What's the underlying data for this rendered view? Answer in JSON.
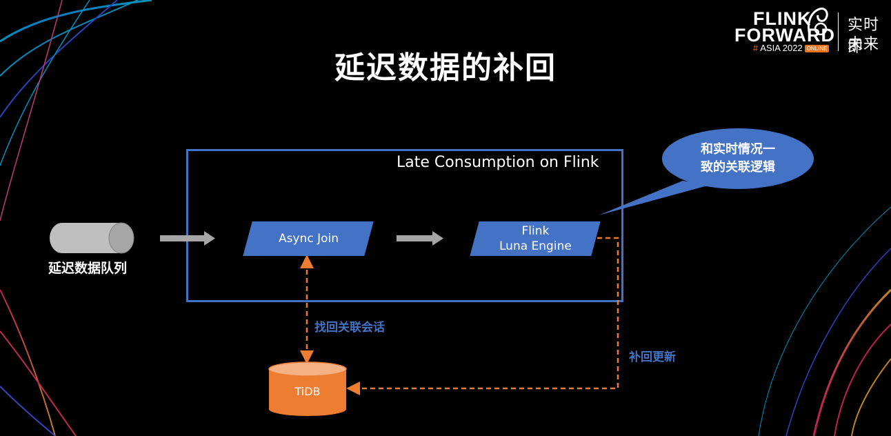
{
  "slide": {
    "title": "延迟数据的补回"
  },
  "logo": {
    "line1": "FLINK",
    "line2": "FORWARD",
    "hash": "#",
    "event": "ASIA 2022",
    "badge": "ONLINE",
    "slogan_line1": "实时即",
    "slogan_line2": "未来"
  },
  "diagram": {
    "frame_title": "Late Consumption on Flink",
    "queue_label": "延迟数据队列",
    "async_join": "Async Join",
    "luna_line1": "Flink",
    "luna_line2": "Luna Engine",
    "tidb": "TiDB",
    "fetch_label": "找回关联会话",
    "update_label": "补回更新",
    "bubble_line1": "和实时情况一",
    "bubble_line2": "致的关联逻辑"
  },
  "colors": {
    "accent_blue": "#4472c4",
    "accent_orange": "#ed7d31",
    "arrow_gray": "#a6a6a6"
  }
}
